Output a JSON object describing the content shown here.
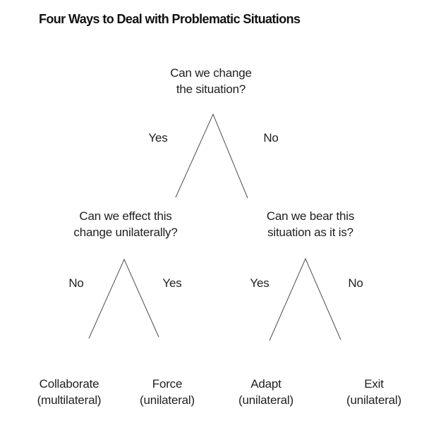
{
  "title": "Four Ways to Deal with Problematic Situations",
  "tree": {
    "root": {
      "question_line1": "Can we change",
      "question_line2": "the situation?",
      "yes_label": "Yes",
      "no_label": "No"
    },
    "left": {
      "question_line1": "Can we effect this",
      "question_line2": "change unilaterally?",
      "no_label": "No",
      "yes_label": "Yes"
    },
    "right": {
      "question_line1": "Can we bear this",
      "question_line2": "situation as it is?",
      "yes_label": "Yes",
      "no_label": "No"
    },
    "leaves": [
      {
        "name": "Collaborate",
        "qualifier": "(multilateral)"
      },
      {
        "name": "Force",
        "qualifier": "(unilateral)"
      },
      {
        "name": "Adapt",
        "qualifier": "(unilateral)"
      },
      {
        "name": "Exit",
        "qualifier": "(unilateral)"
      }
    ]
  },
  "colors": {
    "background": "#ffffff",
    "text": "#1f1f1f",
    "title_text": "#111111",
    "branch_line": "#4d4d4d"
  }
}
